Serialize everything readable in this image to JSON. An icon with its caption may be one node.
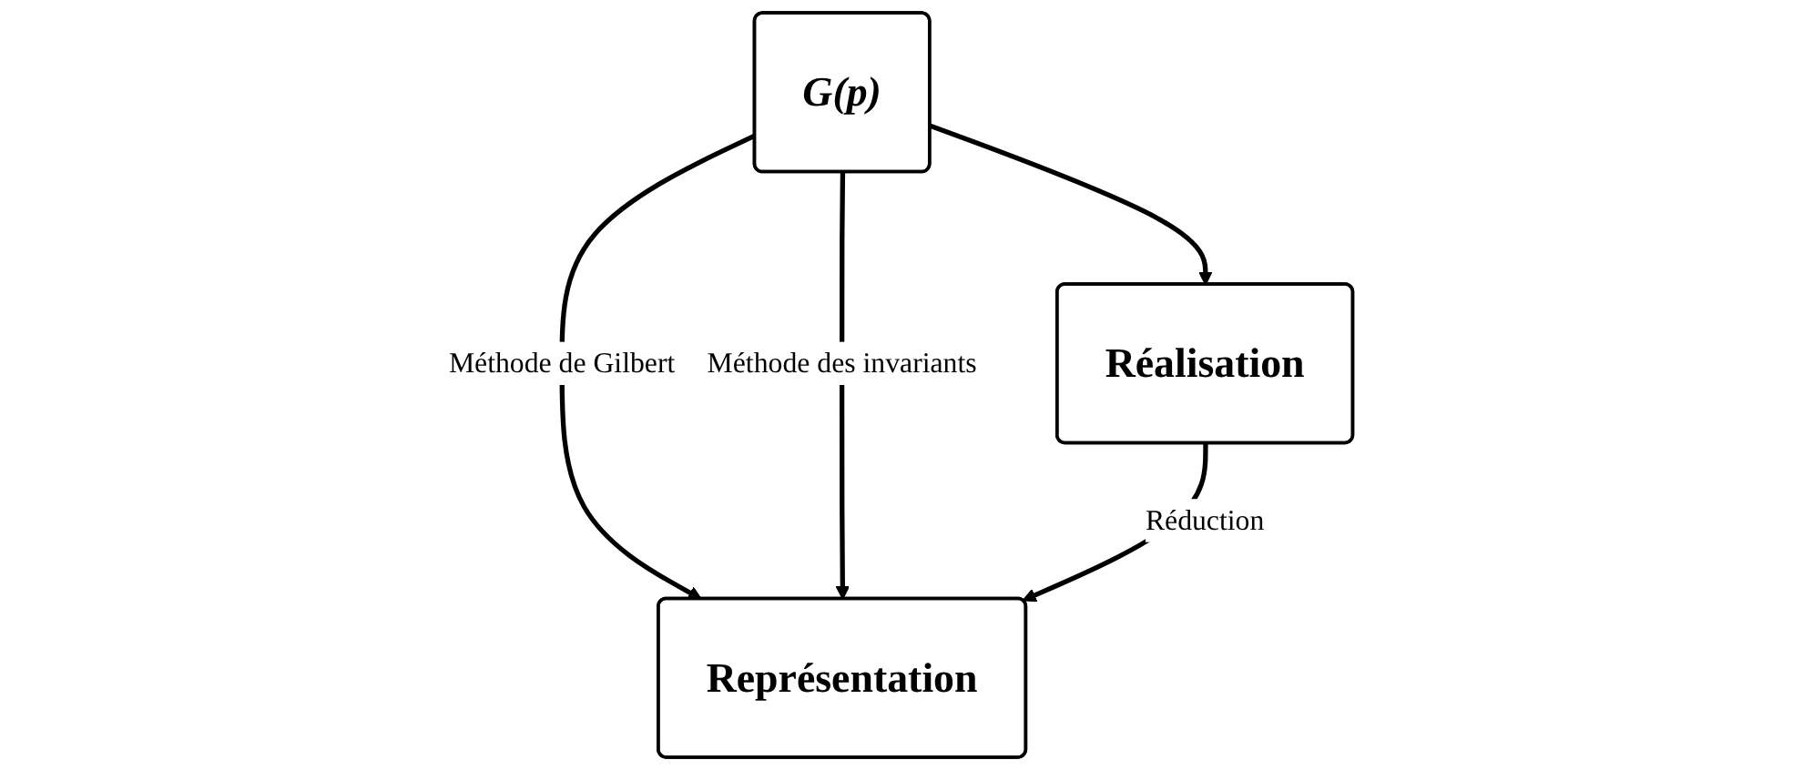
{
  "diagram": {
    "nodes": [
      {
        "text": [
          "G(p)"
        ]
      },
      {
        "text": [
          "Réalisation"
        ]
      },
      {
        "text": [
          "Représentation"
        ]
      }
    ],
    "edges": [
      {
        "from": 0,
        "to": 1,
        "arrow": "to"
      },
      {
        "from": 0,
        "to": 2,
        "arrow": "to",
        "label": "Méthode de Gilbert"
      },
      {
        "from": 0,
        "to": 2,
        "arrow": "to",
        "label": "Méthode des invariants"
      },
      {
        "from": 1,
        "to": 2,
        "arrow": "to",
        "label": "Réduction"
      }
    ]
  }
}
